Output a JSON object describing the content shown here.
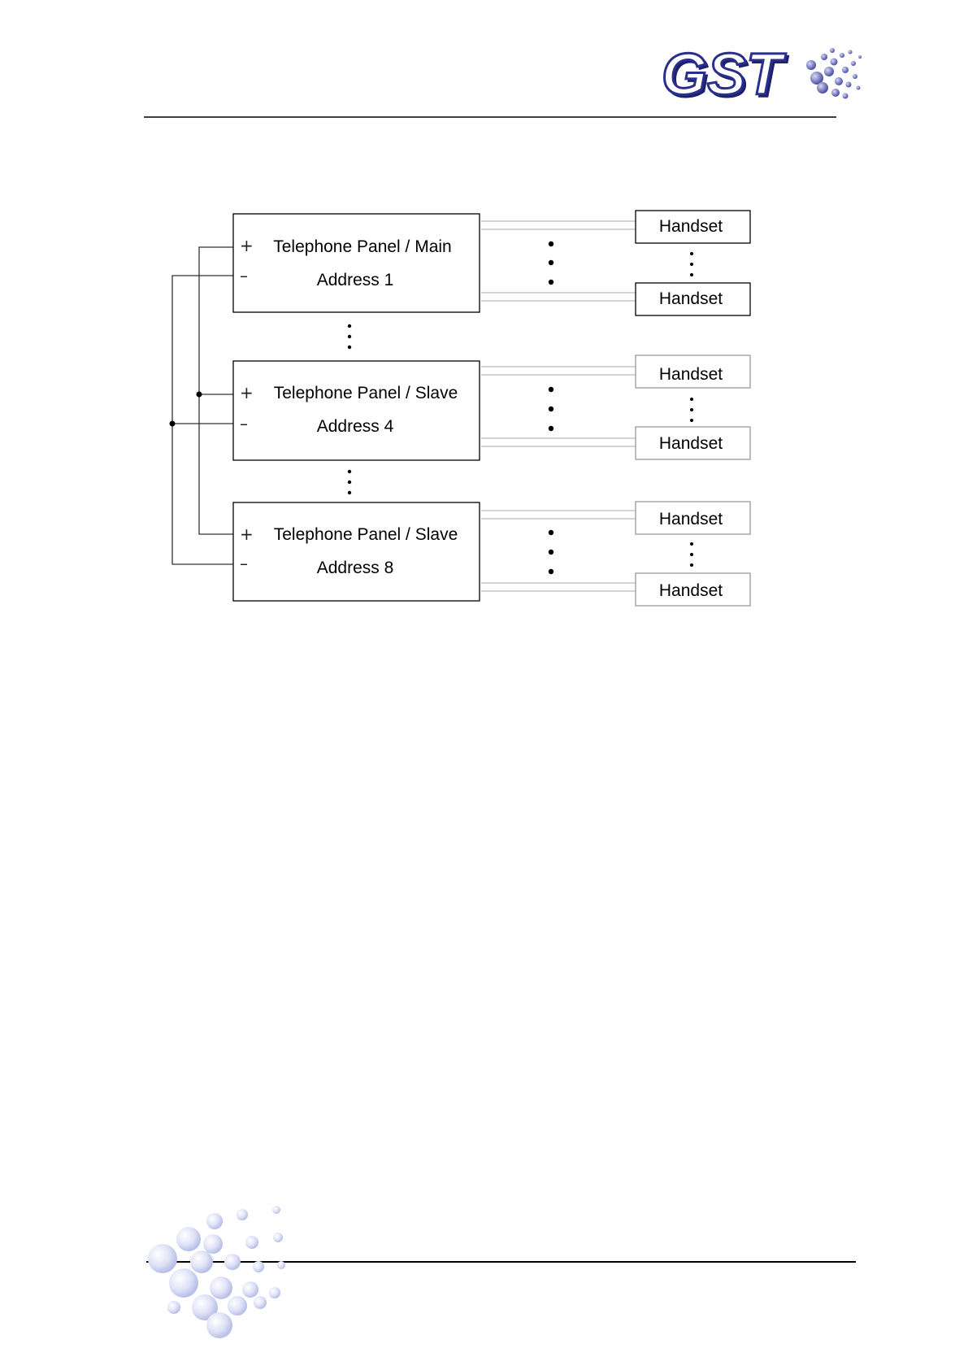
{
  "header": {
    "logo_text": "GST",
    "logo_color": "#2b2f8c"
  },
  "diagram": {
    "panels": [
      {
        "title": "Telephone Panel / Main",
        "address": "Address 1",
        "plus": "+",
        "minus": "–"
      },
      {
        "title": "Telephone Panel / Slave",
        "address": "Address 4",
        "plus": "+",
        "minus": "–"
      },
      {
        "title": "Telephone Panel / Slave",
        "address": "Address 8",
        "plus": "+",
        "minus": "–"
      }
    ],
    "handset_label": "Handset"
  }
}
